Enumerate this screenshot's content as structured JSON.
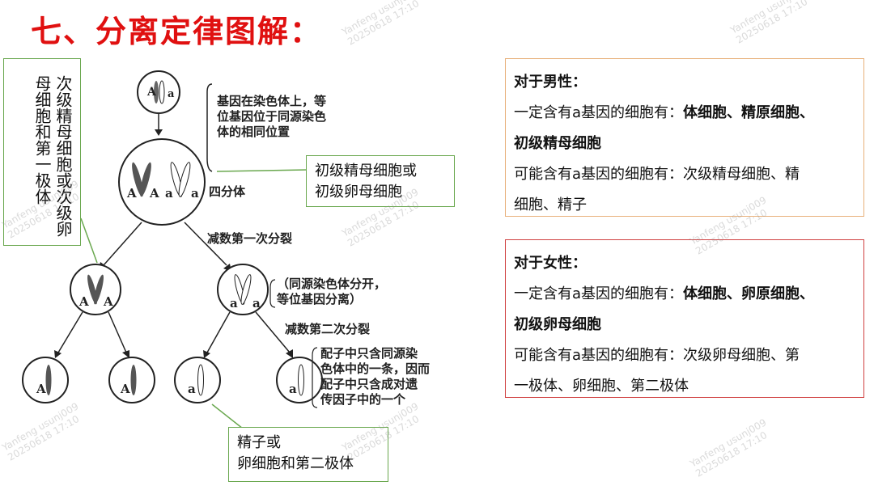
{
  "title": "七、分离定律图解：",
  "left_box": {
    "text": "次级精母细胞或次级卵母细胞和第一极体"
  },
  "callouts": {
    "primary": [
      "初级精母细胞或",
      "初级卵母细胞"
    ],
    "gametes": [
      "精子或",
      "卵细胞和第二极体"
    ]
  },
  "diagram": {
    "note_top": [
      "基因在染色体上，等",
      "位基因位于同源染色",
      "体的相同位置"
    ],
    "tetrad_label": "四分体",
    "meiosis1_label": "减数第一次分裂",
    "separate_note": [
      "（同源染色体分开，",
      "等位基因分离）"
    ],
    "meiosis2_label": "减数第二次分裂",
    "gamete_note": [
      "配子中只含同源染",
      "色体中的一条，因而",
      "配子中只含成对遗",
      "传因子中的一个"
    ],
    "allele_A": "A",
    "allele_a": "a"
  },
  "male_panel": {
    "heading": "对于男性：",
    "line1_prefix": "一定含有a基因的细胞有：",
    "line1_bold": "体细胞、精原细胞、",
    "line2_bold": "初级精母细胞",
    "line3": "可能含有a基因的细胞有：次级精母细胞、精",
    "line4": "细胞、精子",
    "border_color": "#e8b07a"
  },
  "female_panel": {
    "heading": "对于女性：",
    "line1_prefix": "一定含有a基因的细胞有：",
    "line1_bold": "体细胞、卵原细胞、",
    "line2_bold": "初级卵母细胞",
    "line3": "可能含有a基因的细胞有：次级卵母细胞、第",
    "line4": "一极体、卵细胞、第二极体",
    "border_color": "#d04040"
  },
  "watermark": {
    "name": "Yanfeng usunj009",
    "time": "20250618 17:10"
  },
  "colors": {
    "title": "#e01010",
    "callout_border": "#6aa84f"
  }
}
